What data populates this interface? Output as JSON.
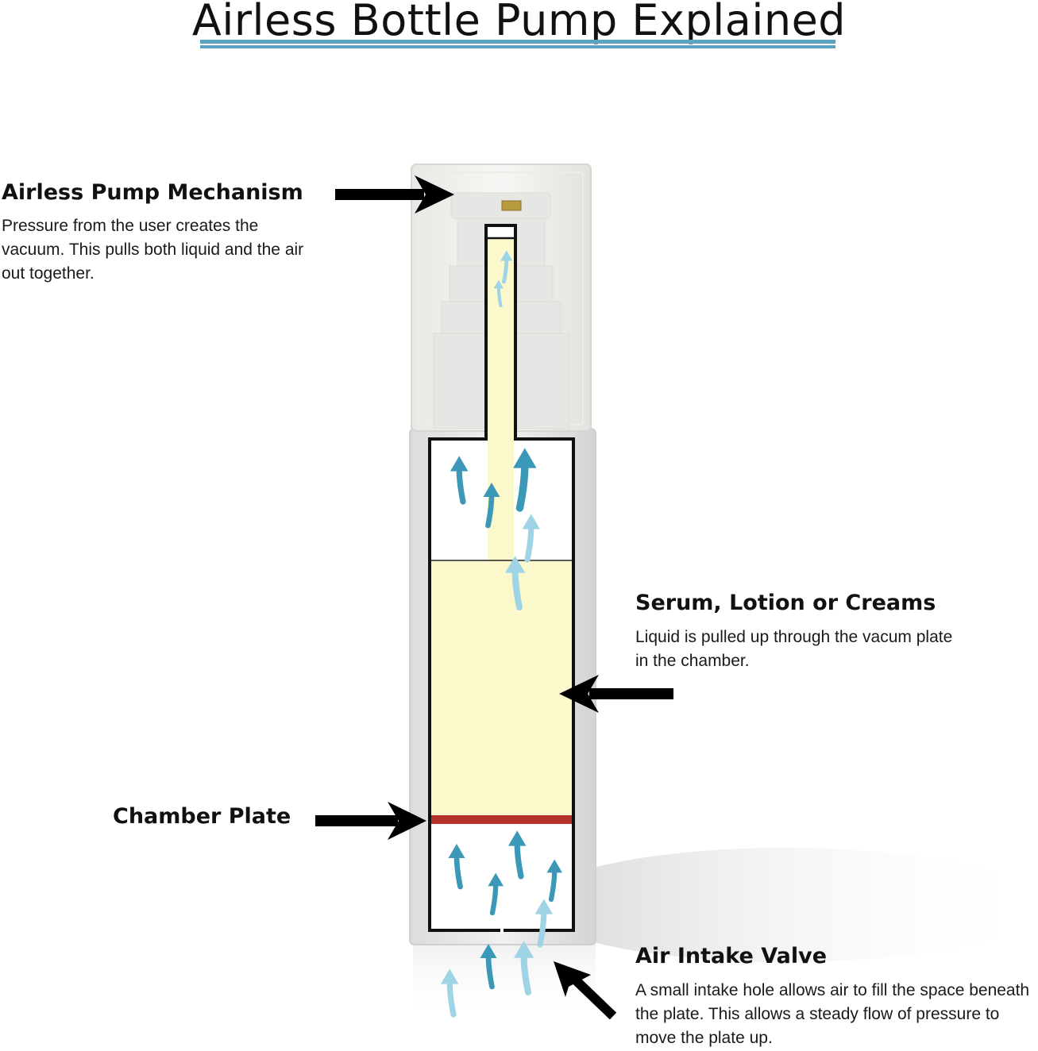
{
  "title": "Airless Bottle Pump Explained",
  "colors": {
    "title_underline": "#5aa3c2",
    "liquid": "#fbf9cc",
    "chamber_plate": "#b5322b",
    "air_arrow_dark": "#3b98b6",
    "air_arrow_light": "#9fd4e6",
    "bottle_gray": "#e4e4e4"
  },
  "labels": {
    "pump": {
      "title": "Airless Pump Mechanism",
      "description": "Pressure from the user creates the vacuum. This pulls both liquid and the air out together."
    },
    "serum": {
      "title": "Serum, Lotion or Creams",
      "description": "Liquid is pulled up through the vacum plate in the chamber."
    },
    "plate": {
      "title": "Chamber Plate"
    },
    "valve": {
      "title": "Air Intake Valve",
      "description": "A small intake hole allows air to fill the space beneath the plate. This allows a steady flow of pressure to move the plate up."
    }
  },
  "icons": {
    "pointer": "black-arrow-icon",
    "airflow": "curved-air-arrow-icon"
  }
}
